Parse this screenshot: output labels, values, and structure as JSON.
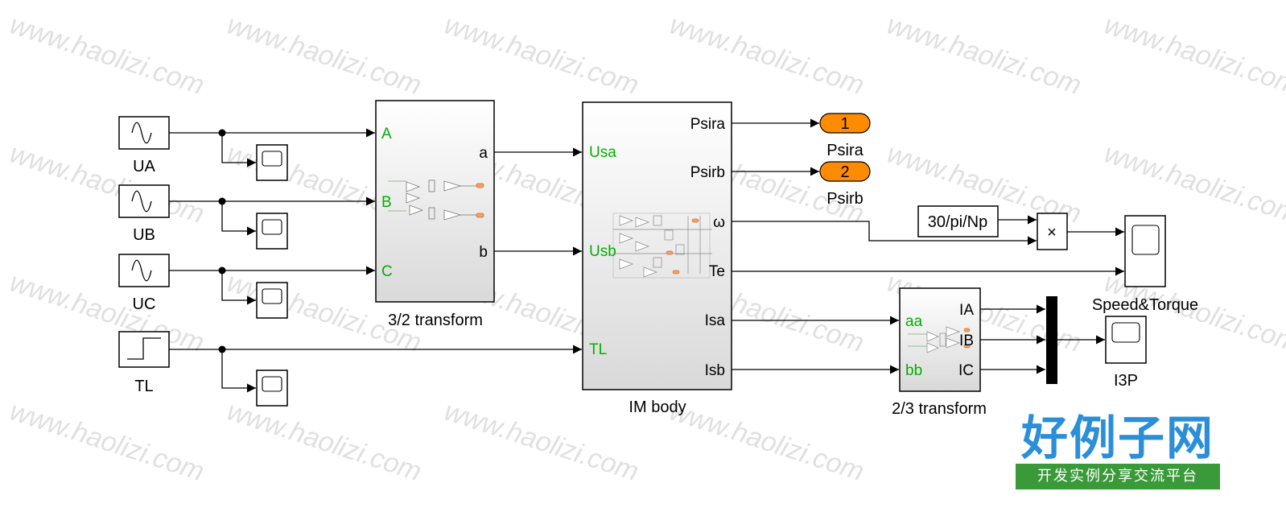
{
  "watermark": "www.haolizi.com",
  "sources": [
    {
      "label": "UA",
      "kind": "sine"
    },
    {
      "label": "UB",
      "kind": "sine"
    },
    {
      "label": "UC",
      "kind": "sine"
    },
    {
      "label": "TL",
      "kind": "step"
    }
  ],
  "transform32": {
    "label": "3/2 transform",
    "inputs": [
      "A",
      "B",
      "C"
    ],
    "outputs": [
      "a",
      "b"
    ]
  },
  "im_body": {
    "label": "IM body",
    "inputs": [
      "Usa",
      "Usb",
      "TL"
    ],
    "outputs": [
      "Psira",
      "Psirb",
      "ω",
      "Te",
      "Isa",
      "Isb"
    ]
  },
  "outports": [
    {
      "number": "1",
      "label": "Psira"
    },
    {
      "number": "2",
      "label": "Psirb"
    }
  ],
  "constant": {
    "value": "30/pi/Np"
  },
  "product": {
    "symbol": "×"
  },
  "speed_scope": {
    "label": "Speed&Torque"
  },
  "transform23": {
    "label": "2/3 transform",
    "inputs": [
      "aa",
      "bb"
    ],
    "outputs": [
      "IA",
      "IB",
      "IC"
    ]
  },
  "i3p_scope": {
    "label": "I3P"
  },
  "logo": {
    "title": "好例子网",
    "subtitle": "开发实例分享交流平台"
  },
  "colors": {
    "input_port": "#00b000",
    "outport_fill": "#ff8c00",
    "logo_blue": "#2a8fd8",
    "logo_green": "#3a9a3a"
  }
}
